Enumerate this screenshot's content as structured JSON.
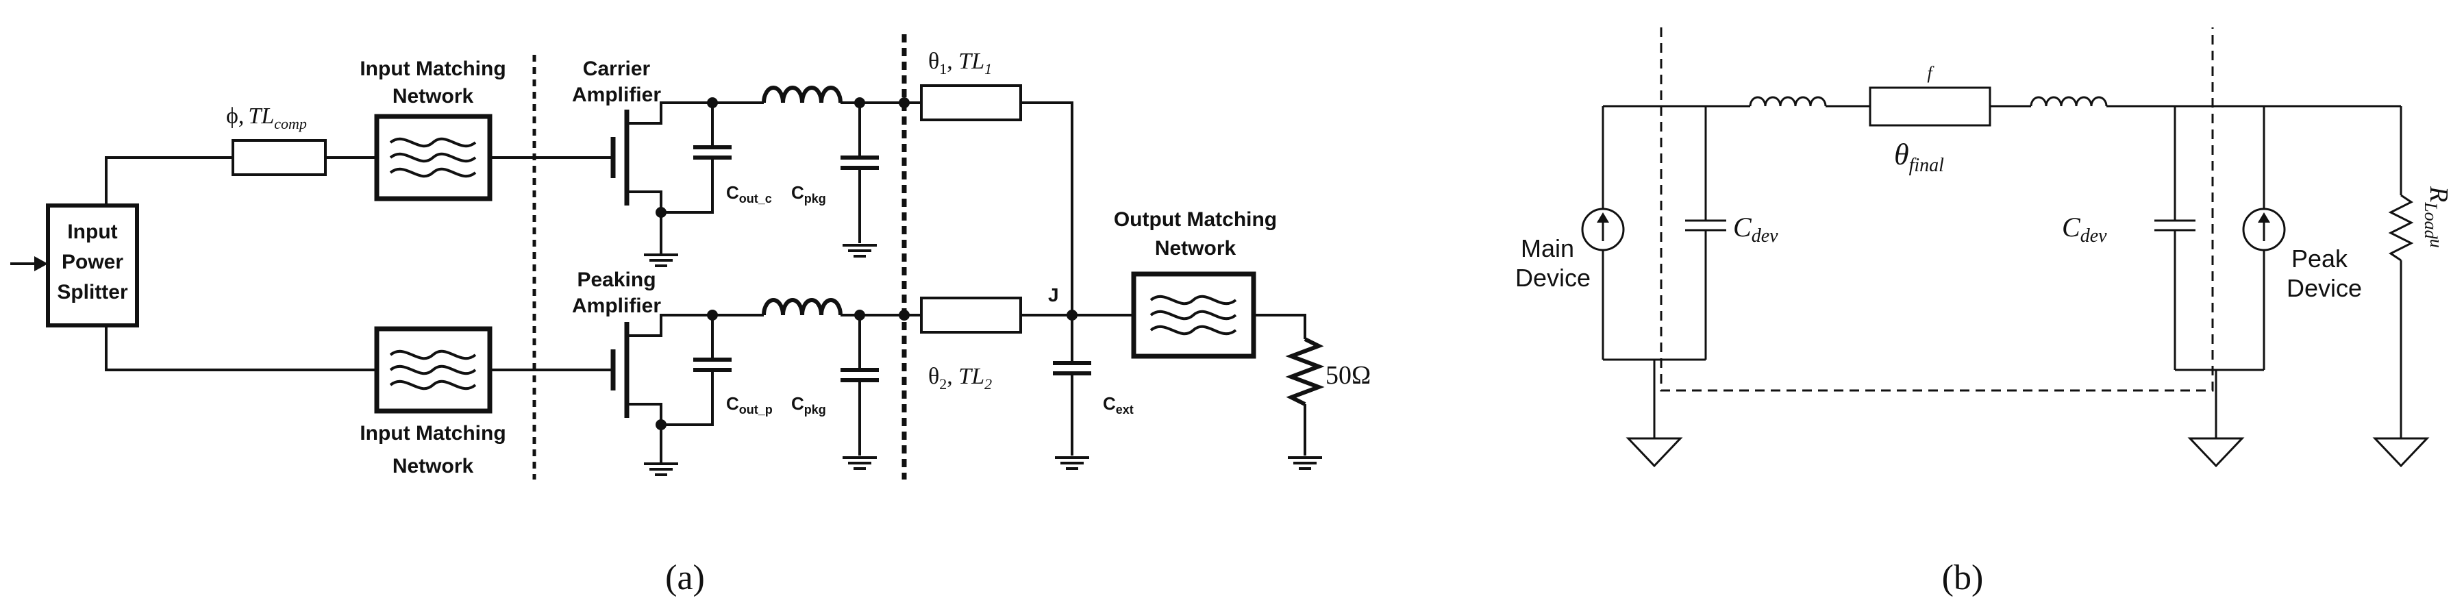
{
  "colors": {
    "stroke": "#111111",
    "background": "#ffffff"
  },
  "panel_a": {
    "caption": "(a)",
    "splitter": {
      "line1": "Input",
      "line2": "Power",
      "line3": "Splitter"
    },
    "phase_line": {
      "symbol": "ϕ,",
      "name": "TL",
      "sub": "comp"
    },
    "imn_top": {
      "line1": "Input Matching",
      "line2": "Network"
    },
    "imn_bottom": {
      "line1": "Input Matching",
      "line2": "Network"
    },
    "carrier": {
      "line1": "Carrier",
      "line2": "Amplifier"
    },
    "peaking": {
      "line1": "Peaking",
      "line2": "Amplifier"
    },
    "carrier_caps": {
      "cout": "C",
      "cout_sub": "out_c",
      "cpkg": "C",
      "cpkg_sub": "pkg"
    },
    "peaking_caps": {
      "cout": "C",
      "cout_sub": "out_p",
      "cpkg": "C",
      "cpkg_sub": "pkg"
    },
    "tl1": {
      "theta": "θ",
      "theta_sub": "1",
      "name": "TL",
      "sub": "1"
    },
    "tl2": {
      "theta": "θ",
      "theta_sub": "2",
      "name": "TL",
      "sub": "2"
    },
    "junction": "J",
    "cext": {
      "main": "C",
      "sub": "ext"
    },
    "omn": {
      "line1": "Output Matching",
      "line2": "Network"
    },
    "load": "50Ω"
  },
  "panel_b": {
    "caption": "(b)",
    "main_device": {
      "line1": "Main",
      "line2": "Device"
    },
    "peak_device": {
      "line1": "Peak",
      "line2": "Device"
    },
    "cdev_left": {
      "main": "C",
      "sub": "dev"
    },
    "cdev_right": {
      "main": "C",
      "sub": "dev"
    },
    "tl_top": "f",
    "theta_final": {
      "main": "θ",
      "sub": "final"
    },
    "rload": {
      "main": "R",
      "sub": "Load",
      "suffix": "u"
    }
  }
}
